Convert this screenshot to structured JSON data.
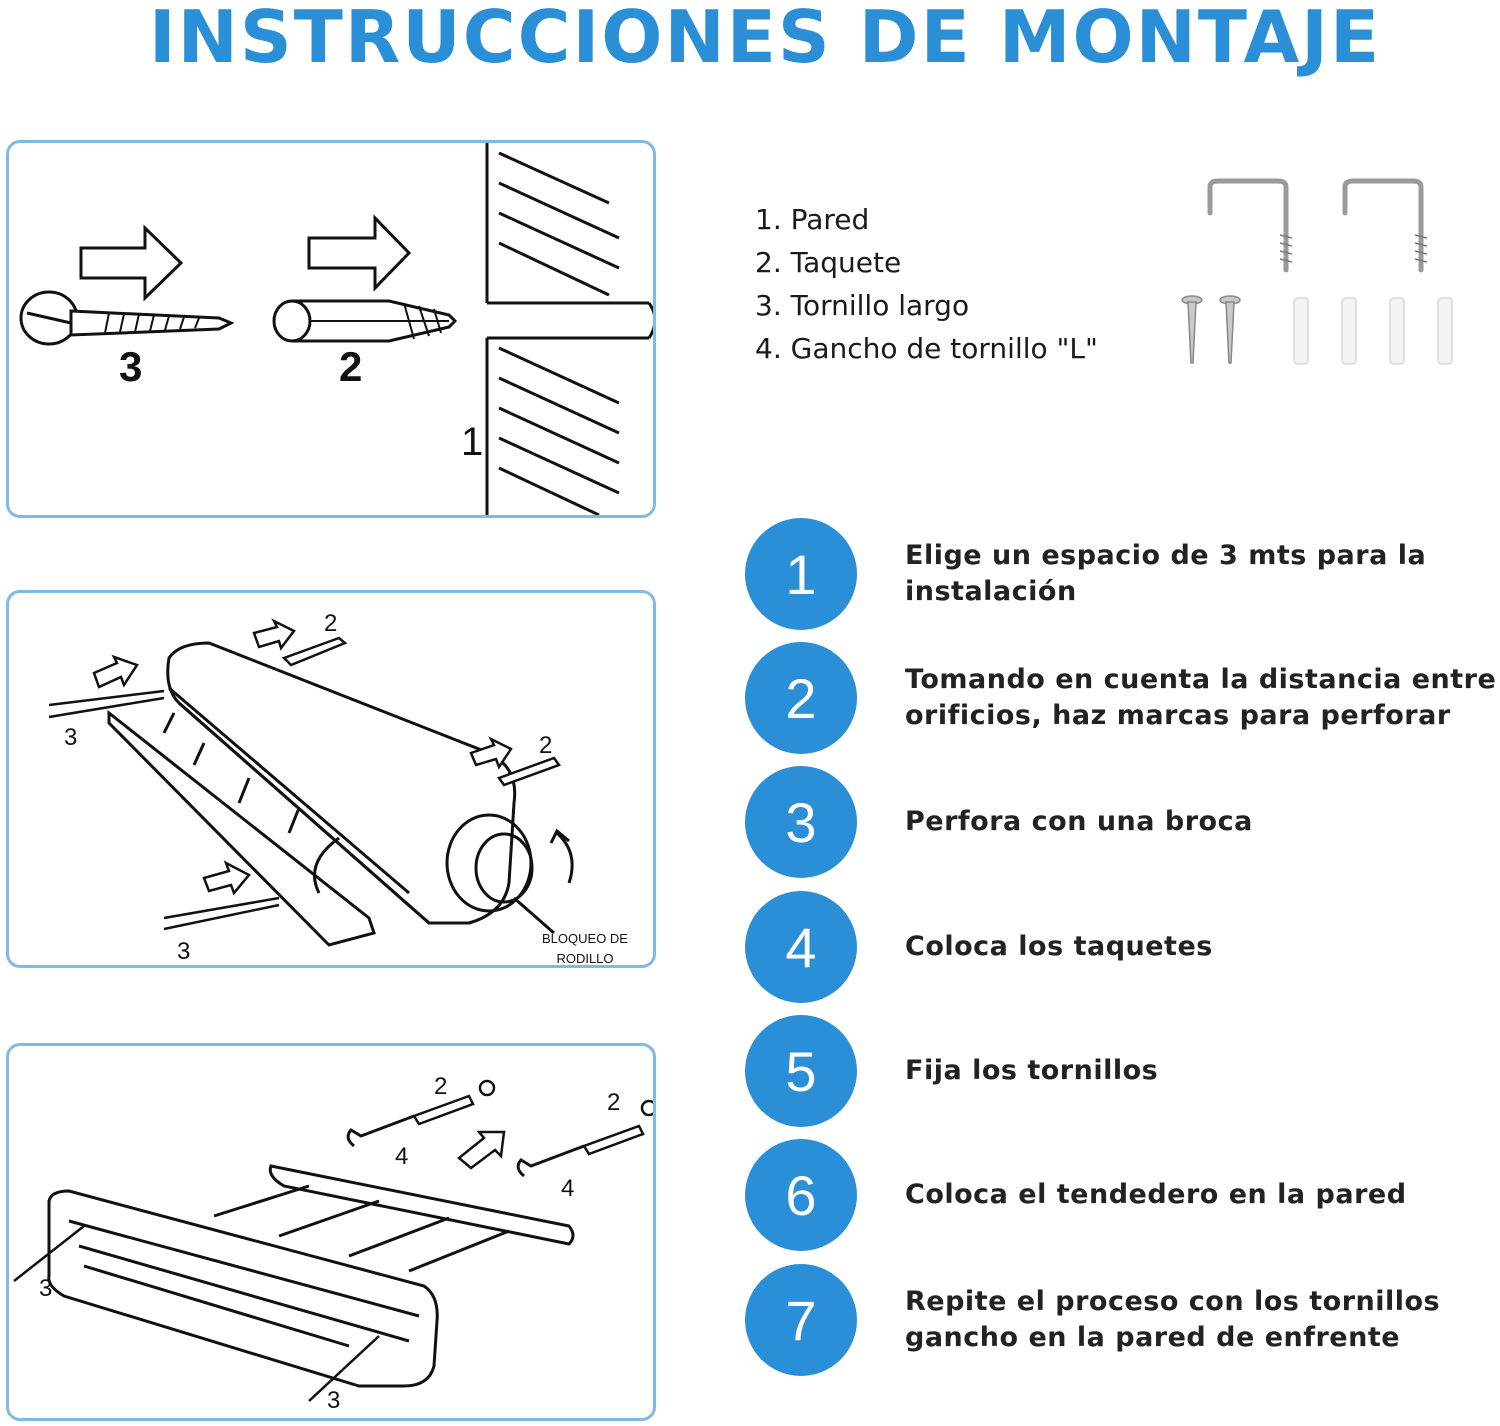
{
  "title": "INSTRUCCIONES DE MONTAJE",
  "legend": [
    "1. Pared",
    "2. Taquete",
    "3. Tornillo largo",
    "4. Gancho de tornillo \"L\""
  ],
  "diagram1": {
    "label_screw": "3",
    "label_plug": "2",
    "label_wall": "1"
  },
  "diagram2": {
    "label_top": "2",
    "label_right": "2",
    "label_left": "3",
    "label_bottom": "3",
    "lock_line1": "BLOQUEO DE",
    "lock_line2": "RODILLO"
  },
  "diagram3": {
    "label_plug1": "2",
    "label_plug2": "2",
    "label_hook1": "4",
    "label_hook2": "4",
    "label_left": "3",
    "label_bottom": "3"
  },
  "steps": [
    {
      "num": "1",
      "text": "Elige un espacio de 3 mts para la instalación"
    },
    {
      "num": "2",
      "text": "Tomando en cuenta la distancia entre orificios, haz marcas para perforar"
    },
    {
      "num": "3",
      "text": "Perfora con una broca"
    },
    {
      "num": "4",
      "text": "Coloca los taquetes"
    },
    {
      "num": "5",
      "text": "Fija los tornillos"
    },
    {
      "num": "6",
      "text": "Coloca el tendedero en la pared"
    },
    {
      "num": "7",
      "text": "Repite el proceso con los tornillos gancho en la pared de enfrente"
    }
  ]
}
